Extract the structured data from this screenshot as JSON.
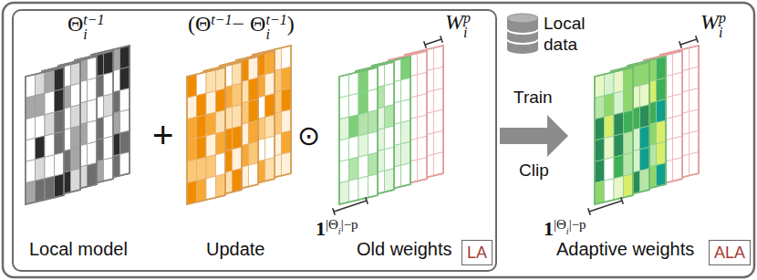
{
  "diagram": {
    "nodes": [
      {
        "text": [
          "LA"
        ]
      },
      {
        "text": [
          "ALA"
        ]
      }
    ],
    "labels": [
      "Θ",
      "t−1",
      "i",
      "(Θ",
      "t−1",
      "− Θ",
      "t−1",
      "i",
      ")",
      "+",
      "⊙",
      "W",
      "p",
      "i",
      "1",
      "|Θ",
      "i",
      "|−p",
      "Local data",
      "Train",
      "Clip",
      "W",
      "p",
      "i",
      "1",
      "|Θ",
      "i",
      "|−p",
      "Local model",
      "Update",
      "Old weights",
      "Adaptive weights"
    ]
  }
}
